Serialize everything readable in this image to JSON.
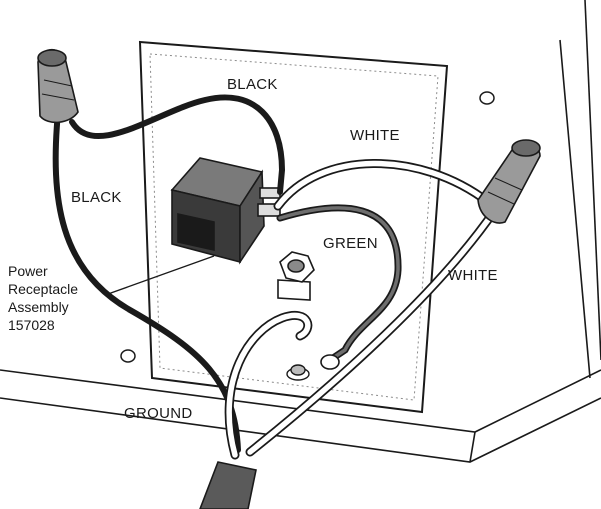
{
  "labels": {
    "black_top": "BLACK",
    "black_left": "BLACK",
    "white_top": "WHITE",
    "white_right": "WHITE",
    "green": "GREEN",
    "ground": "GROUND"
  },
  "callout": {
    "line1": "Power",
    "line2": "Receptacle",
    "line3": "Assembly",
    "part_number": "157028"
  },
  "colors": {
    "ink": "#1a1a1a",
    "cable_sheath": "#5a5a5a",
    "green_wire": "#6e6e6e",
    "panel_fill": "#ffffff"
  }
}
